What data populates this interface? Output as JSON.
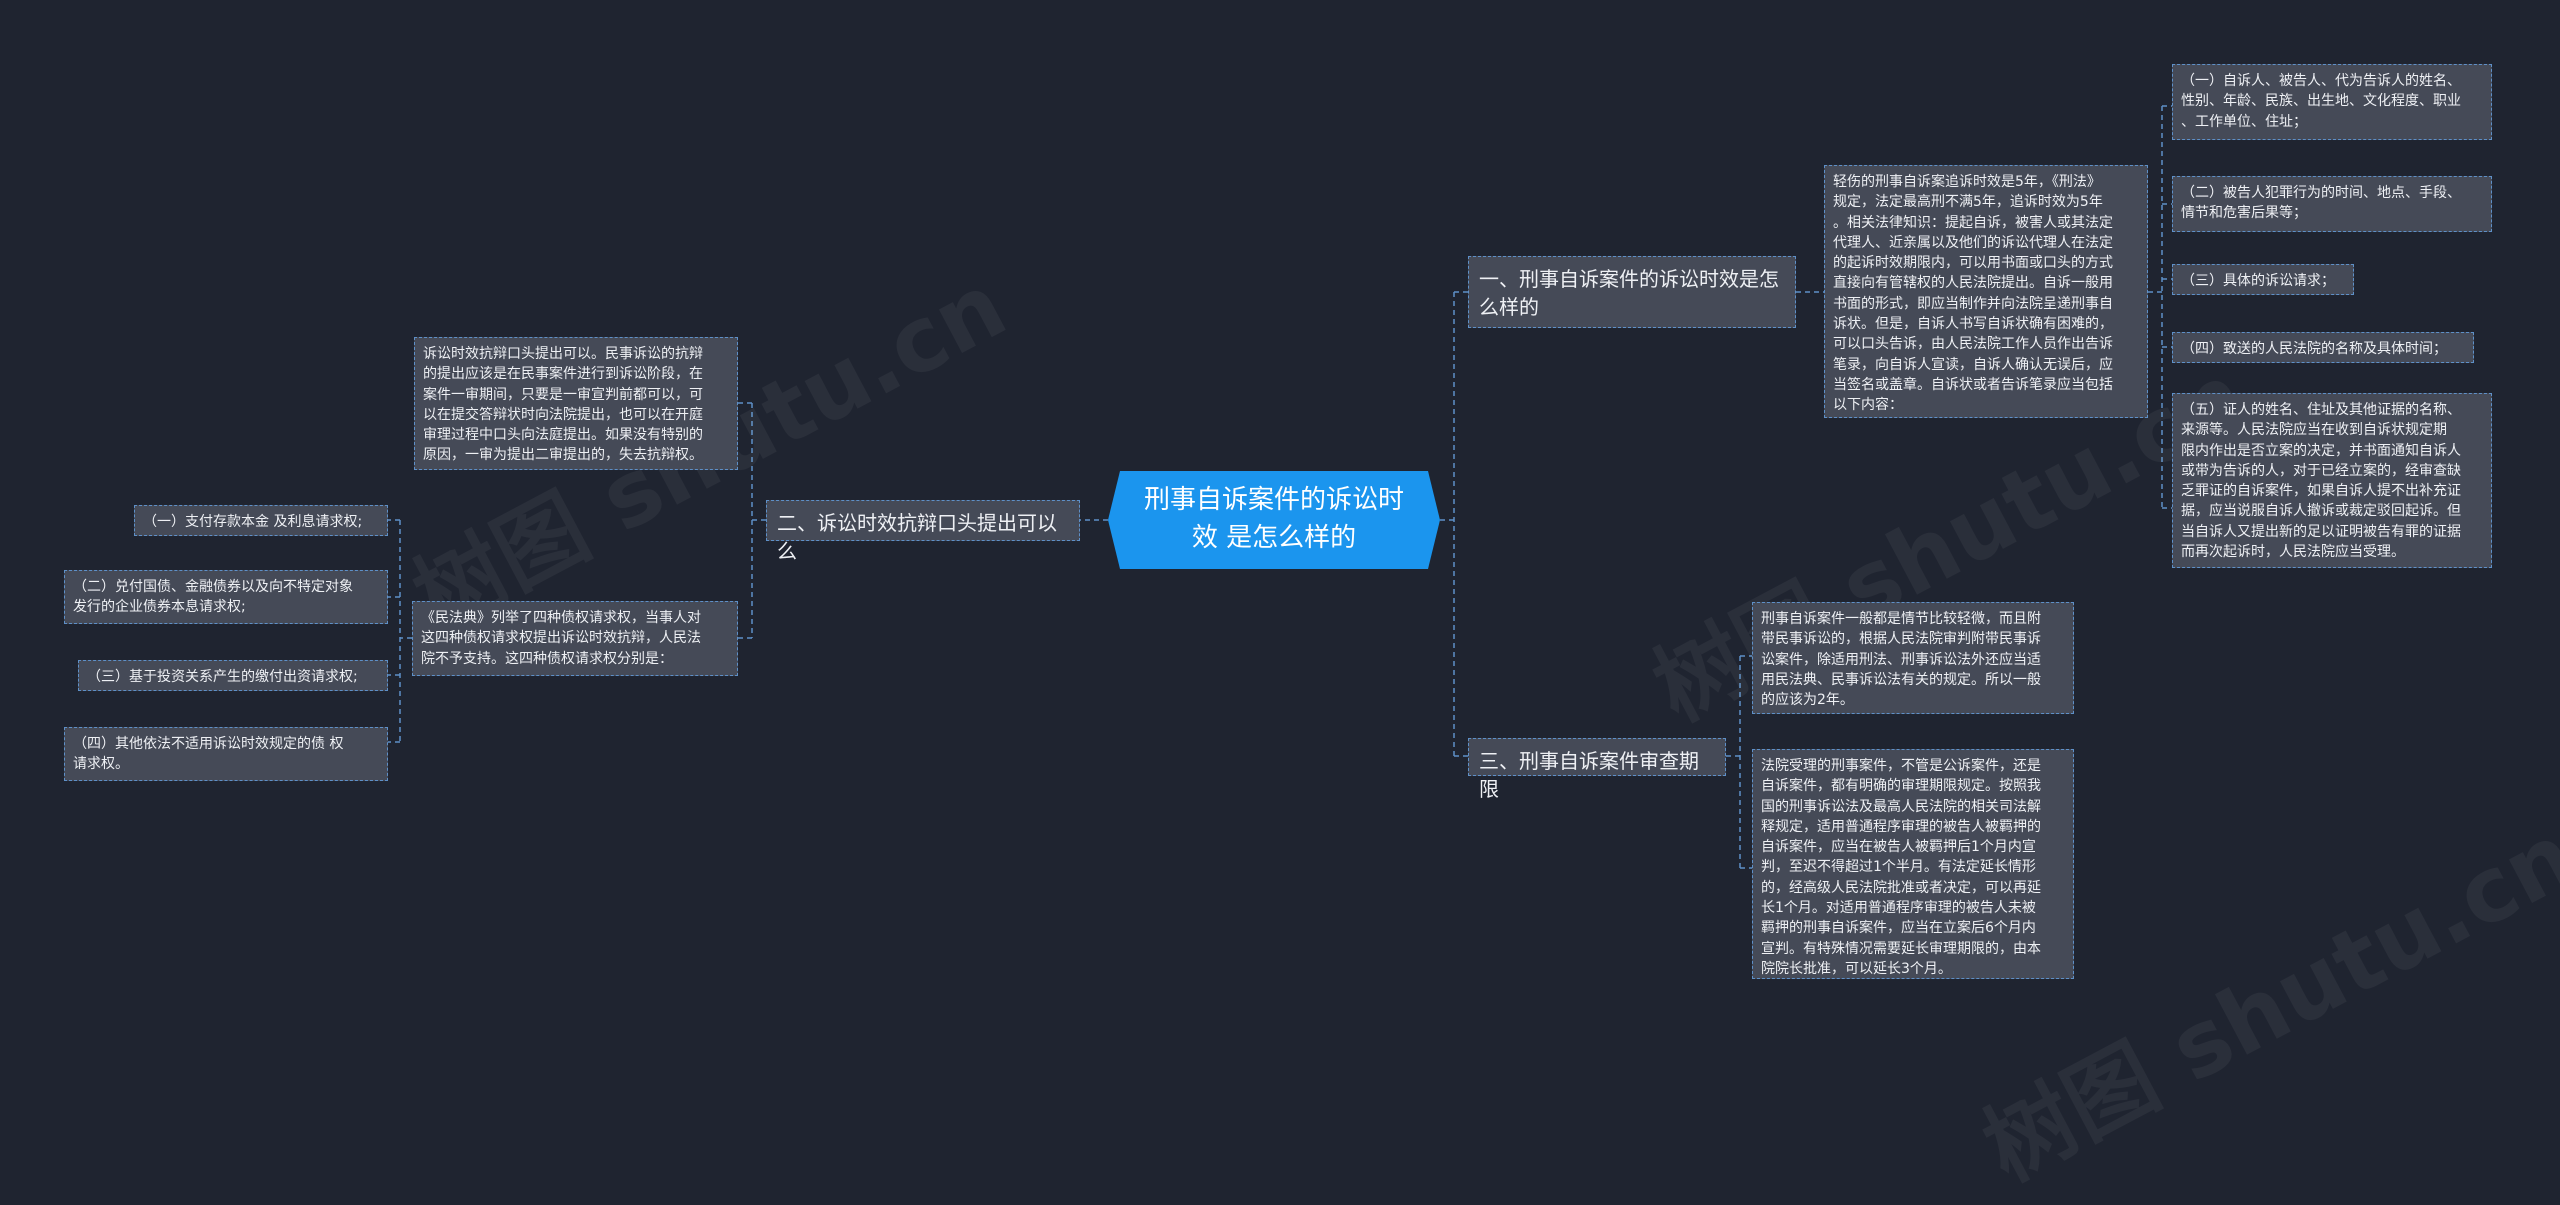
{
  "root": {
    "title": "刑事自诉案件的诉讼时效\n是怎么样的"
  },
  "branches": {
    "b1": {
      "label": "一、刑事自诉案件的诉讼时效是怎\n么样的"
    },
    "b2": {
      "label": "二、诉讼时效抗辩口头提出可以么"
    },
    "b3": {
      "label": "三、刑事自诉案件审查期限"
    }
  },
  "b1_detail": "轻伤的刑事自诉案追诉时效是5年，《刑法》\n规定，法定最高刑不满5年，追诉时效为5年\n。相关法律知识：提起自诉，被害人或其法定\n代理人、近亲属以及他们的诉讼代理人在法定\n的起诉时效期限内，可以用书面或口头的方式\n直接向有管辖权的人民法院提出。自诉一般用\n书面的形式，即应当制作并向法院呈递刑事自\n诉状。但是，自诉人书写自诉状确有困难的，\n可以口头告诉，由人民法院工作人员作出告诉\n笔录，向自诉人宣读，自诉人确认无误后，应\n当签名或盖章。自诉状或者告诉笔录应当包括\n以下内容：",
  "b1_items": [
    "（一）自诉人、被告人、代为告诉人的姓名、\n性别、年龄、民族、出生地、文化程度、职业\n、工作单位、住址；",
    "（二）被告人犯罪行为的时间、地点、手段、\n情节和危害后果等；",
    "（三）具体的诉讼请求；",
    "（四）致送的人民法院的名称及具体时间；",
    "（五）证人的姓名、住址及其他证据的名称、\n来源等。人民法院应当在收到自诉状规定期\n限内作出是否立案的决定，并书面通知自诉人\n或带为告诉的人，对于已经立案的，经审查缺\n乏罪证的自诉案件，如果自诉人提不出补充证\n据，应当说服自诉人撤诉或裁定驳回起诉。但\n当自诉人又提出新的足以证明被告有罪的证据\n而再次起诉时，人民法院应当受理。"
  ],
  "b2_detail1": "诉讼时效抗辩口头提出可以。民事诉讼的抗辩\n的提出应该是在民事案件进行到诉讼阶段，在\n案件一审期间，只要是一审宣判前都可以，可\n以在提交答辩状时向法院提出，也可以在开庭\n审理过程中口头向法庭提出。如果没有特别的\n原因，一审为提出二审提出的，失去抗辩权。",
  "b2_detail2": "《民法典》列举了四种债权请求权，当事人对\n这四种债权请求权提出诉讼时效抗辩，人民法\n院不予支持。这四种债权请求权分别是：",
  "b2_items": [
    "（一）支付存款本金 及利息请求权;",
    "（二）兑付国债、金融债券以及向不特定对象\n发行的企业债券本息请求权;",
    "（三）基于投资关系产生的缴付出资请求权;",
    "（四）其他依法不适用诉讼时效规定的债 权\n请求权。"
  ],
  "b3_items": [
    "刑事自诉案件一般都是情节比较轻微，而且附\n带民事诉讼的，根据人民法院审判附带民事诉\n讼案件，除适用刑法、刑事诉讼法外还应当适\n用民法典、民事诉讼法有关的规定。所以一般\n的应该为2年。",
    "法院受理的刑事案件，不管是公诉案件，还是\n自诉案件，都有明确的审理期限规定。按照我\n国的刑事诉讼法及最高人民法院的相关司法解\n释规定，适用普通程序审理的被告人被羁押的\n自诉案件，应当在被告人被羁押后1个月内宣\n判，至迟不得超过1个半月。有法定延长情形\n的，经高级人民法院批准或者决定，可以再延\n长1个月。对适用普通程序审理的被告人未被\n羁押的刑事自诉案件，应当在立案后6个月内\n宣判。有特殊情况需要延长审理期限的，由本\n院院长批准，可以延长3个月。"
  ],
  "watermark": "树图 shutu.cn",
  "colors": {
    "background": "#1f2430",
    "root": "#1b95ee",
    "node": "#454a57",
    "edge": "#5e90c8"
  }
}
